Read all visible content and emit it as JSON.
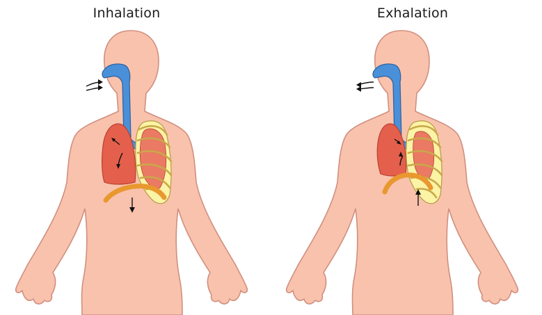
{
  "panels": [
    {
      "title": "Inhalation",
      "diaphragm": "down",
      "airflow": "in"
    },
    {
      "title": "Exhalation",
      "diaphragm": "up",
      "airflow": "out"
    }
  ],
  "colors": {
    "skin": "#f9c2ad",
    "airway": "#4a90d9",
    "lung": "#e4604c",
    "ribs": "#fbf3a6",
    "diaphragm": "#e8982e"
  }
}
